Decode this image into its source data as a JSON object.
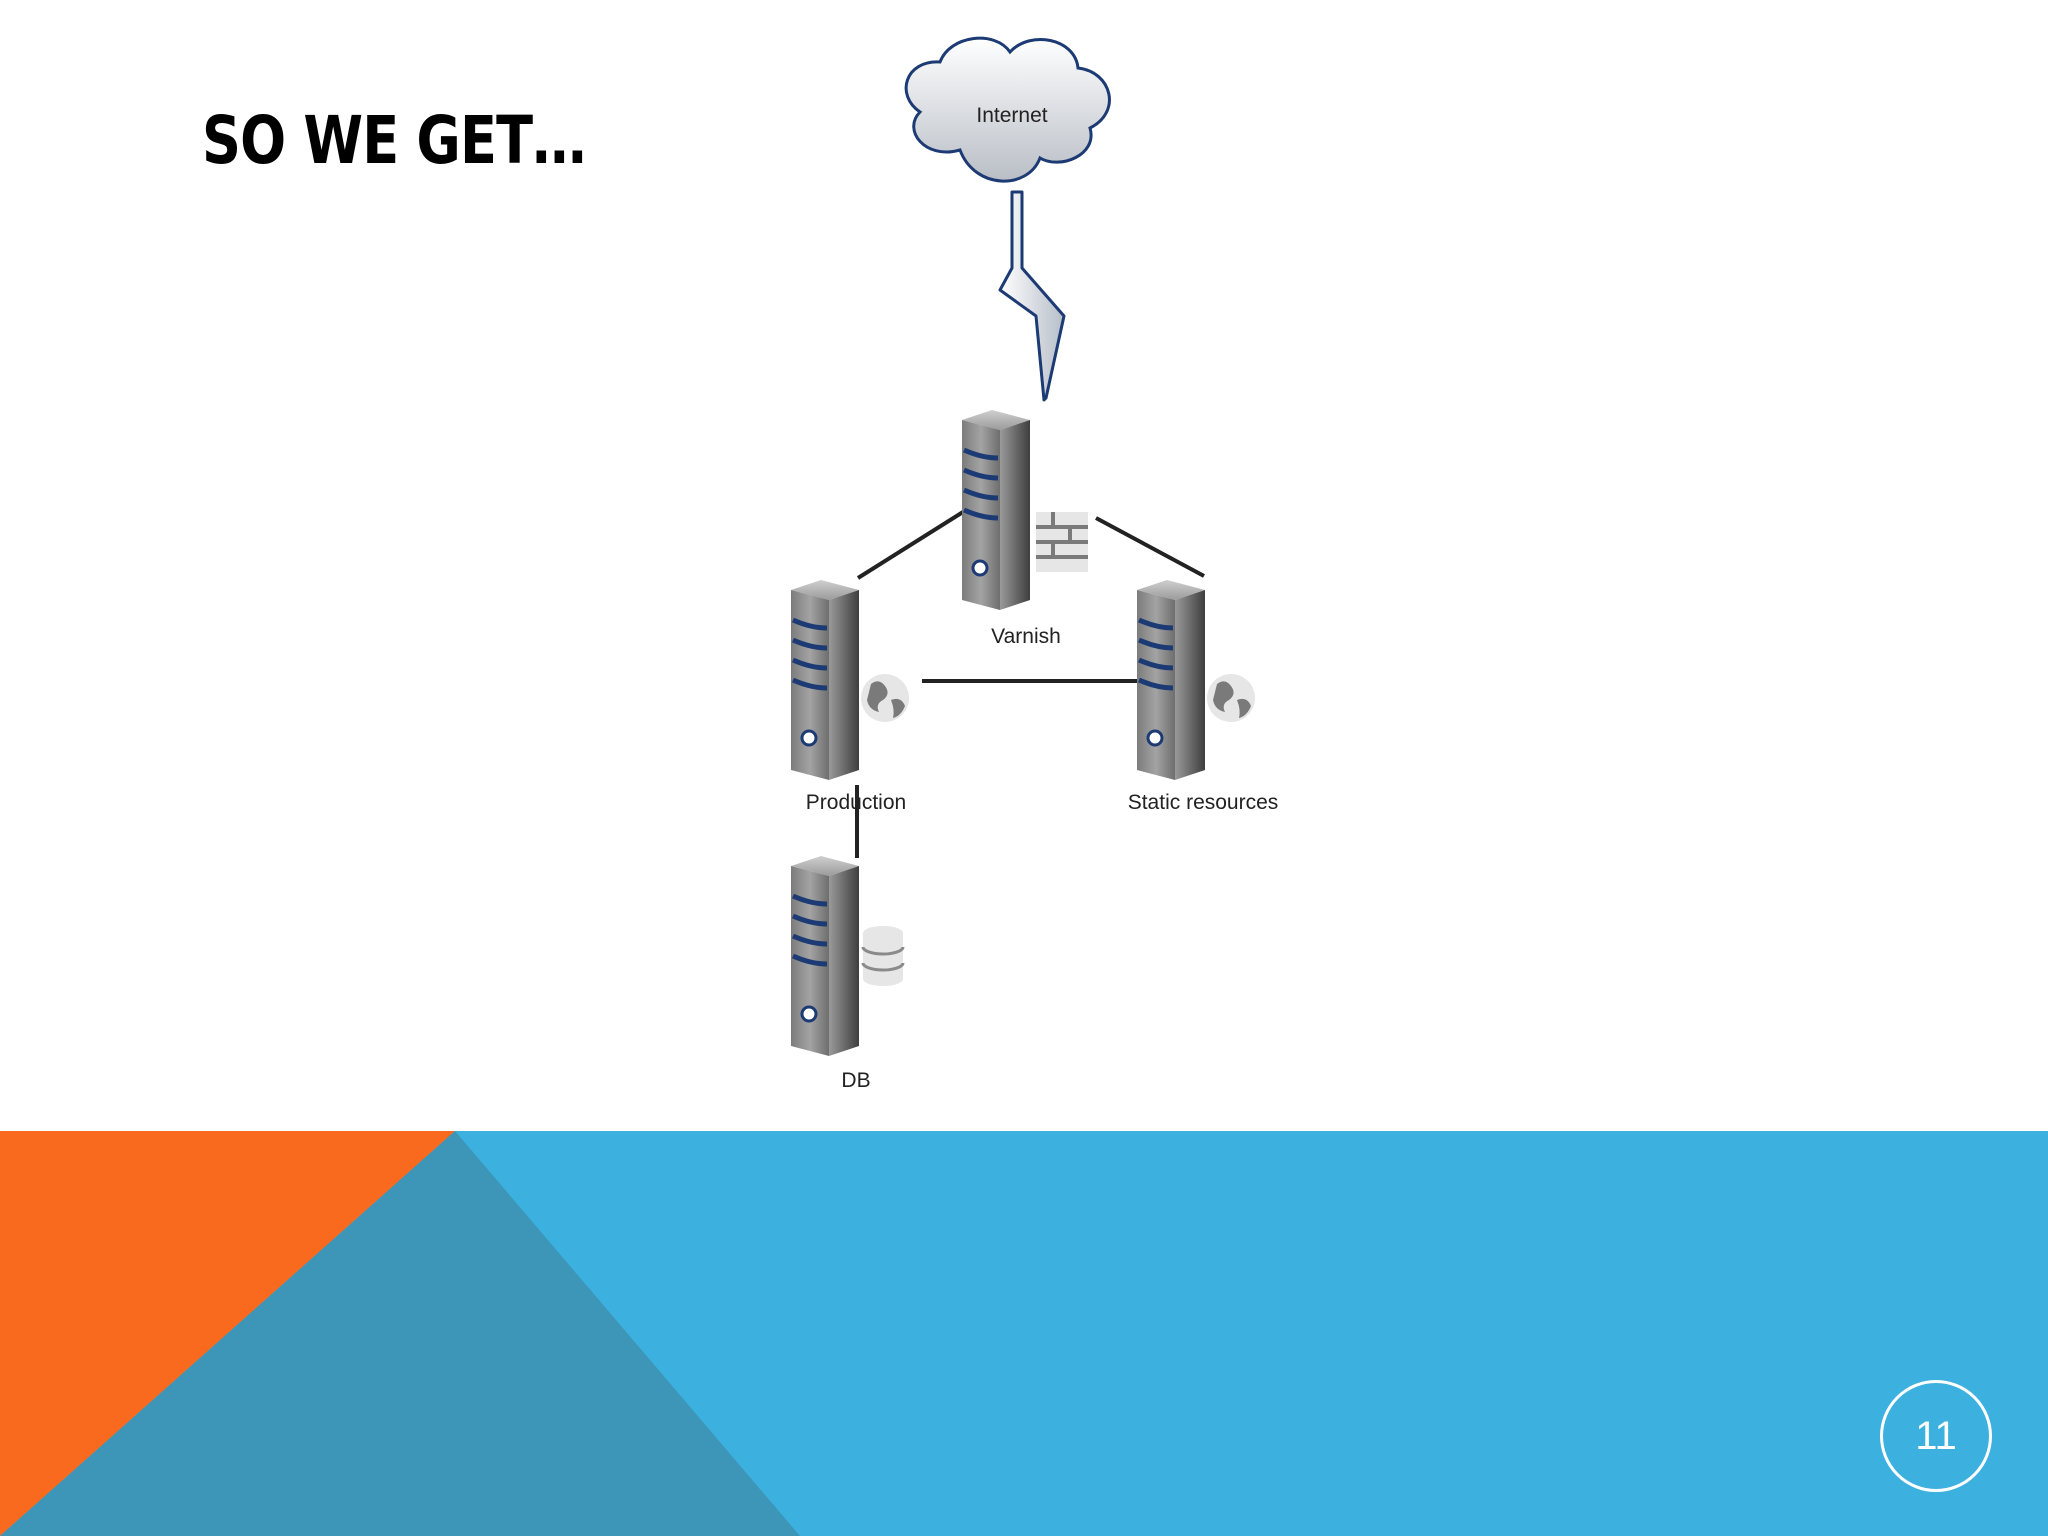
{
  "slide": {
    "title": "SO WE GET…",
    "page_number": "11"
  },
  "diagram": {
    "nodes": [
      {
        "id": "internet",
        "type": "cloud",
        "label": "Internet"
      },
      {
        "id": "varnish",
        "type": "server",
        "icon": "firewall-icon",
        "label": "Varnish"
      },
      {
        "id": "production",
        "type": "server",
        "icon": "globe-icon",
        "label": "Production"
      },
      {
        "id": "static",
        "type": "server",
        "icon": "globe-icon",
        "label": "Static resources"
      },
      {
        "id": "db",
        "type": "server",
        "icon": "database-icon",
        "label": "DB"
      }
    ],
    "edges": [
      {
        "from": "internet",
        "to": "varnish",
        "style": "lightning"
      },
      {
        "from": "varnish",
        "to": "production",
        "style": "line"
      },
      {
        "from": "varnish",
        "to": "static",
        "style": "line"
      },
      {
        "from": "production",
        "to": "static",
        "style": "line"
      },
      {
        "from": "production",
        "to": "db",
        "style": "line"
      }
    ]
  },
  "colors": {
    "orange": "#F96A1E",
    "blue": "#3CB1DF",
    "teal": "#3D95B8",
    "server_stripe": "#1C3A73"
  }
}
